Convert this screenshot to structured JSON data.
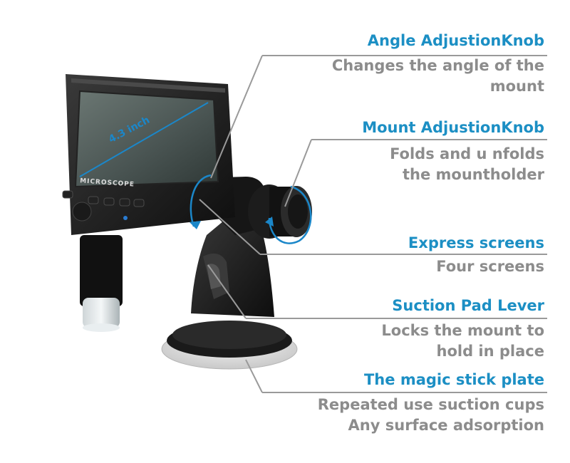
{
  "screen_label": "4.3 inch",
  "device_brand": "MICROSCOPE",
  "annotations": [
    {
      "title": "Angle AdjustionKnob",
      "desc_lines": [
        "Changes the angle of the",
        "mount"
      ]
    },
    {
      "title": "Mount AdjustionKnob",
      "desc_lines": [
        "Folds and u nfolds",
        "the mountholder"
      ]
    },
    {
      "title": "Express screens",
      "desc_lines": [
        "Four screens"
      ]
    },
    {
      "title": "Suction Pad Lever",
      "desc_lines": [
        "Locks the mount to",
        "hold in place"
      ]
    },
    {
      "title": "The magic stick plate",
      "desc_lines": [
        "Repeated use suction cups",
        "Any surface adsorption"
      ]
    }
  ],
  "colors": {
    "title": "#1c8fc4",
    "description": "#8c8c8c",
    "leader_line": "#9a9a9a",
    "arrow": "#1b87c9"
  }
}
